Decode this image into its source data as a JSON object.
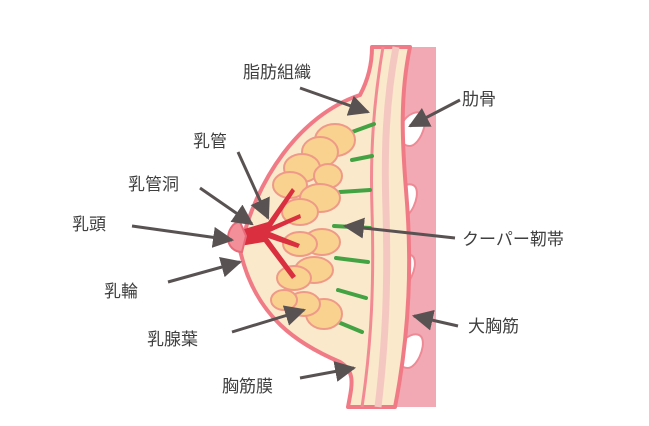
{
  "labels": {
    "fat_tissue": "脂肪組織",
    "rib": "肋骨",
    "lactiferous_duct": "乳管",
    "lactiferous_sinus": "乳管洞",
    "nipple": "乳頭",
    "coopers_ligament": "クーパー靭帯",
    "areola": "乳輪",
    "pectoralis_major": "大胸筋",
    "mammary_lobe": "乳腺葉",
    "pectoral_fascia": "胸筋膜"
  },
  "colors": {
    "muscle": "#f2a9b4",
    "skin": "#f07b86",
    "fat": "#fbe9cc",
    "gland_fill": "#f8d28e",
    "gland_edge": "#ef9a88",
    "duct": "#d92f3e",
    "ligament": "#43a343",
    "rib": "#ffffff",
    "arrow": "#595253",
    "text": "#3f3f3f"
  }
}
